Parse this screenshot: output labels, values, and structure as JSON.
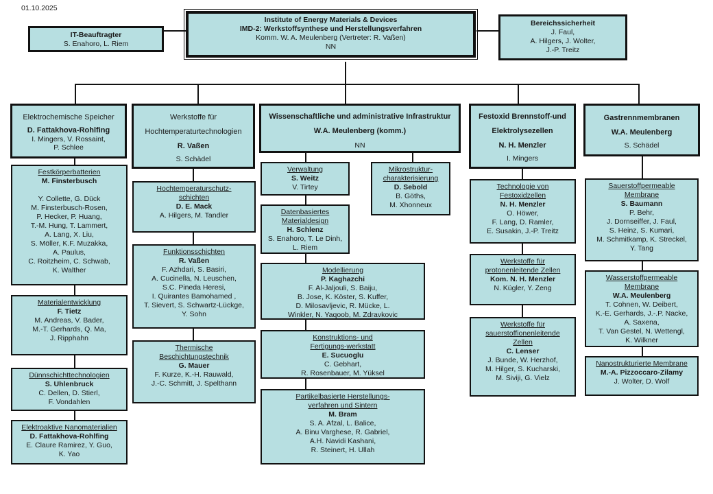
{
  "date": "01.10.2025",
  "colors": {
    "box_fill": "#b7dfe1",
    "border": "#111111"
  },
  "institute": {
    "line1": "Institute of Energy Materials & Devices",
    "line2": "IMD-2: Werkstoffsynthese und Herstellungsverfahren",
    "line3": "Komm.  W. A. Meulenberg  (Vertreter: R. Vaßen)",
    "line4": "NN"
  },
  "it": {
    "title": "IT-Beauftragter",
    "people": "S. Enahoro,  L. Riem"
  },
  "safety": {
    "title": "Bereichssicherheit",
    "lines": [
      "J. Faul,",
      "A. Hilgers, J. Wolter,",
      "J.-P. Treitz"
    ]
  },
  "departments": [
    {
      "title": "Elektrochemische Speicher",
      "lead": "D. Fattakhova-Rohlfing",
      "lines": [
        "I. Mingers, V. Rossaint,",
        "P. Schlee"
      ],
      "groups": [
        {
          "title": [
            "Festkörperbatterien"
          ],
          "lead": "M. Finsterbusch",
          "lines": [
            "",
            "Y. Collette,  G. Dück",
            "M. Finsterbusch-Rosen,",
            "P. Hecker,  P. Huang,",
            "T.-M. Hung,  T. Lammert,",
            "A. Lang, X. Liu,",
            "S. Möller, K.F. Muzakka,",
            "A. Paulus,",
            "C. Roitzheim, C. Schwab,",
            "K. Walther"
          ]
        },
        {
          "title": [
            "Materialentwicklung"
          ],
          "lead": "F. Tietz",
          "lines": [
            "M. Andreas, V. Bader,",
            "M.-T. Gerhards, Q. Ma,",
            "J. Ripphahn"
          ]
        },
        {
          "title": [
            "Dünnschichttechnologien"
          ],
          "lead": "S. Uhlenbruck",
          "lines": [
            "C. Dellen, D. Stierl,",
            "F. Vondahlen"
          ]
        },
        {
          "title": [
            "Elektroaktive Nanomaterialien"
          ],
          "lead": "D. Fattakhova-Rohlfing",
          "lines": [
            "E. Claure Ramirez, Y. Guo,",
            "K. Yao"
          ]
        }
      ]
    },
    {
      "title": "Werkstoffe für",
      "title2": "Hochtemperaturtechnologien",
      "lead": "R. Vaßen",
      "lines": [
        "S. Schädel"
      ],
      "groups": [
        {
          "title": [
            "Hochtemperaturschutz-",
            "schichten"
          ],
          "lead": "D. E. Mack",
          "lines": [
            "A. Hilgers, M. Tandler"
          ]
        },
        {
          "title": [
            "Funktionsschichten"
          ],
          "lead": "R. Vaßen",
          "lines": [
            "F. Azhdari, S. Basiri,",
            "A. Cucinella, N. Leuschen,",
            "S.C. Pineda Heresi,",
            "I. Quirantes Bamohamed  ,",
            "T. Sievert, S. Schwartz-Lückge,",
            "Y. Sohn"
          ]
        },
        {
          "title": [
            "Thermische",
            "Beschichtungstechnik"
          ],
          "lead": "G. Mauer",
          "lines": [
            "F. Kurze, K.-H. Rauwald,",
            "J.-C. Schmitt, J. Spelthann"
          ]
        }
      ]
    },
    {
      "title": "Wissenschaftliche und administrative Infrastruktur",
      "lead": "W.A. Meulenberg (komm.)",
      "lines": [
        "NN"
      ],
      "groups": [
        {
          "title": [
            "Verwaltung"
          ],
          "lead": "S. Weitz",
          "lines": [
            "V. Tirtey"
          ]
        },
        {
          "title": [
            "Datenbasiertes",
            "Materialdesign"
          ],
          "lead": "H. Schlenz",
          "lines": [
            "S. Enahoro, T. Le Dinh,",
            "L. Riem"
          ]
        },
        {
          "title": [
            "Modellierung"
          ],
          "lead": "P. Kaghazchi",
          "lines": [
            "F. Al-Jaljouli, S. Baiju,",
            "B. Jose, K. Köster, S. Kuffer,",
            "D. Milosavljevic, R. Mücke, L.",
            "Winkler, N. Yaqoob, M. Zdravkovic"
          ]
        },
        {
          "title": [
            "Konstruktions- und",
            "Fertigungs-werkstatt"
          ],
          "lead": "E. Sucuoglu",
          "lines": [
            "C. Gebhart,",
            "R. Rosenbauer, M. Yüksel"
          ]
        },
        {
          "title": [
            "Partikelbasierte Herstellungs-",
            "verfahren und Sintern"
          ],
          "lead": "M. Bram",
          "lines": [
            "S. A. Afzal, L. Balice,",
            "A. Binu Varghese, R. Gabriel,",
            "A.H. Navidi Kashani,",
            "R.  Steinert, H. Ullah"
          ]
        },
        {
          "title": [
            "Mikrostruktur-",
            "charakterisierung"
          ],
          "lead": "D. Sebold",
          "lines": [
            "B. Göths,",
            "M. Xhonneux"
          ]
        }
      ]
    },
    {
      "title": "Festoxid Brennstoff-und",
      "title2": "Elektrolysezellen",
      "lead": "N. H. Menzler",
      "lines": [
        "I. Mingers"
      ],
      "groups": [
        {
          "title": [
            "Technologie von",
            "Festoxidzellen"
          ],
          "lead": "N. H. Menzler",
          "lines": [
            "O. Höwer,",
            "F. Lang, D. Ramler,",
            "E. Susakin, J.-P. Treitz"
          ]
        },
        {
          "title": [
            "Werkstoffe für",
            "protonenleitende Zellen"
          ],
          "lead": "Kom. N. H. Menzler",
          "lines": [
            "N. Kügler, Y. Zeng"
          ]
        },
        {
          "title": [
            "Werkstoffe für",
            "sauerstoffionenleitende",
            "Zellen"
          ],
          "lead": "C. Lenser",
          "lines": [
            "J. Bunde, W. Herzhof,",
            "M. Hilger, S. Kucharski,",
            "M. Siviji, G. Vielz"
          ]
        }
      ]
    },
    {
      "title": "Gastrennmembranen",
      "lead": "W.A. Meulenberg",
      "lines": [
        "S. Schädel"
      ],
      "groups": [
        {
          "title": [
            "Sauerstoffpermeable",
            "Membrane"
          ],
          "lead": "S. Baumann",
          "lines": [
            "P. Behr,",
            "J. Dornseiffer, J. Faul,",
            "S. Heinz, S. Kumari,",
            "M. Schmitkamp,  K. Streckel,",
            "Y. Tang"
          ]
        },
        {
          "title": [
            "Wasserstoffpermeable",
            "Membrane"
          ],
          "lead": "W.A. Meulenberg",
          "lines": [
            "T. Cohnen, W. Deibert,",
            "K.-E. Gerhards, J.-.P. Nacke,",
            "A. Saxena,",
            "T. Van Gestel, N. Wettengl,",
            "K. Wilkner"
          ]
        },
        {
          "title": [
            "Nanostrukturierte Membrane"
          ],
          "lead": "M.-A. Pizzoccaro-Zilamy",
          "lines": [
            "J. Wolter, D. Wolf"
          ]
        }
      ]
    }
  ]
}
